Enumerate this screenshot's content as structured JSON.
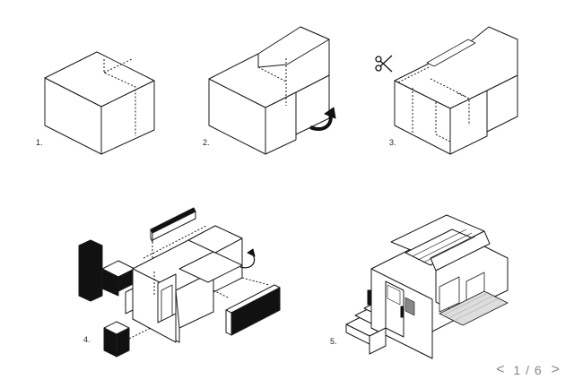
{
  "steps": [
    {
      "label": "1."
    },
    {
      "label": "2."
    },
    {
      "label": "3."
    },
    {
      "label": "4."
    },
    {
      "label": "5."
    }
  ],
  "icons": {
    "scissors": "scissors-icon",
    "rotate": "rotate-arrow-icon"
  },
  "pager": {
    "prev": "<",
    "count": "1 / 6",
    "next": ">"
  },
  "colors": {
    "line": "#1a1a1a",
    "fill_dark": "#111111",
    "hatch": "#9a9a9a",
    "pager_text": "#888888"
  }
}
